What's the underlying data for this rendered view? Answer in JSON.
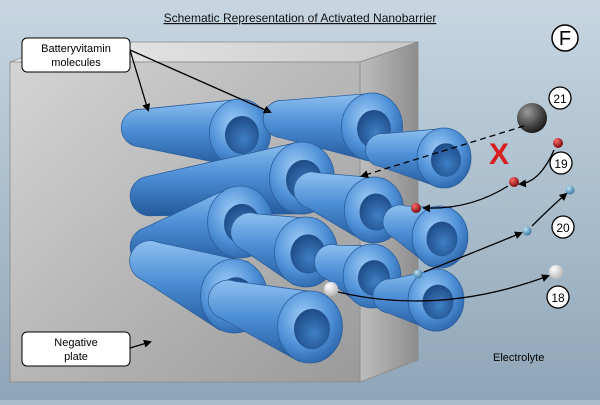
{
  "title": "Schematic Representation of Activated Nanobarrier",
  "panel_letter": "F",
  "labels": {
    "molecules": [
      "Batteryvitamin",
      "molecules"
    ],
    "plate": [
      "Negative",
      "plate"
    ],
    "electrolyte": "Electrolyte"
  },
  "markers": {
    "m21": "21",
    "m19": "19",
    "m20": "20",
    "m18": "18"
  },
  "block_mark": "X",
  "colors": {
    "background_top": "#c7d6e1",
    "background_bottom": "#8fa6b8",
    "plate": "#c2c2c2",
    "tube": "#4d8fd6",
    "tube_dark": "#2f6fb8",
    "large_particle": "#3a3a3a",
    "red_particle": "#b01818",
    "blue_particle": "#5f9fc6",
    "white_particle": "#f2f2f2",
    "cross": "#d81e1e"
  }
}
